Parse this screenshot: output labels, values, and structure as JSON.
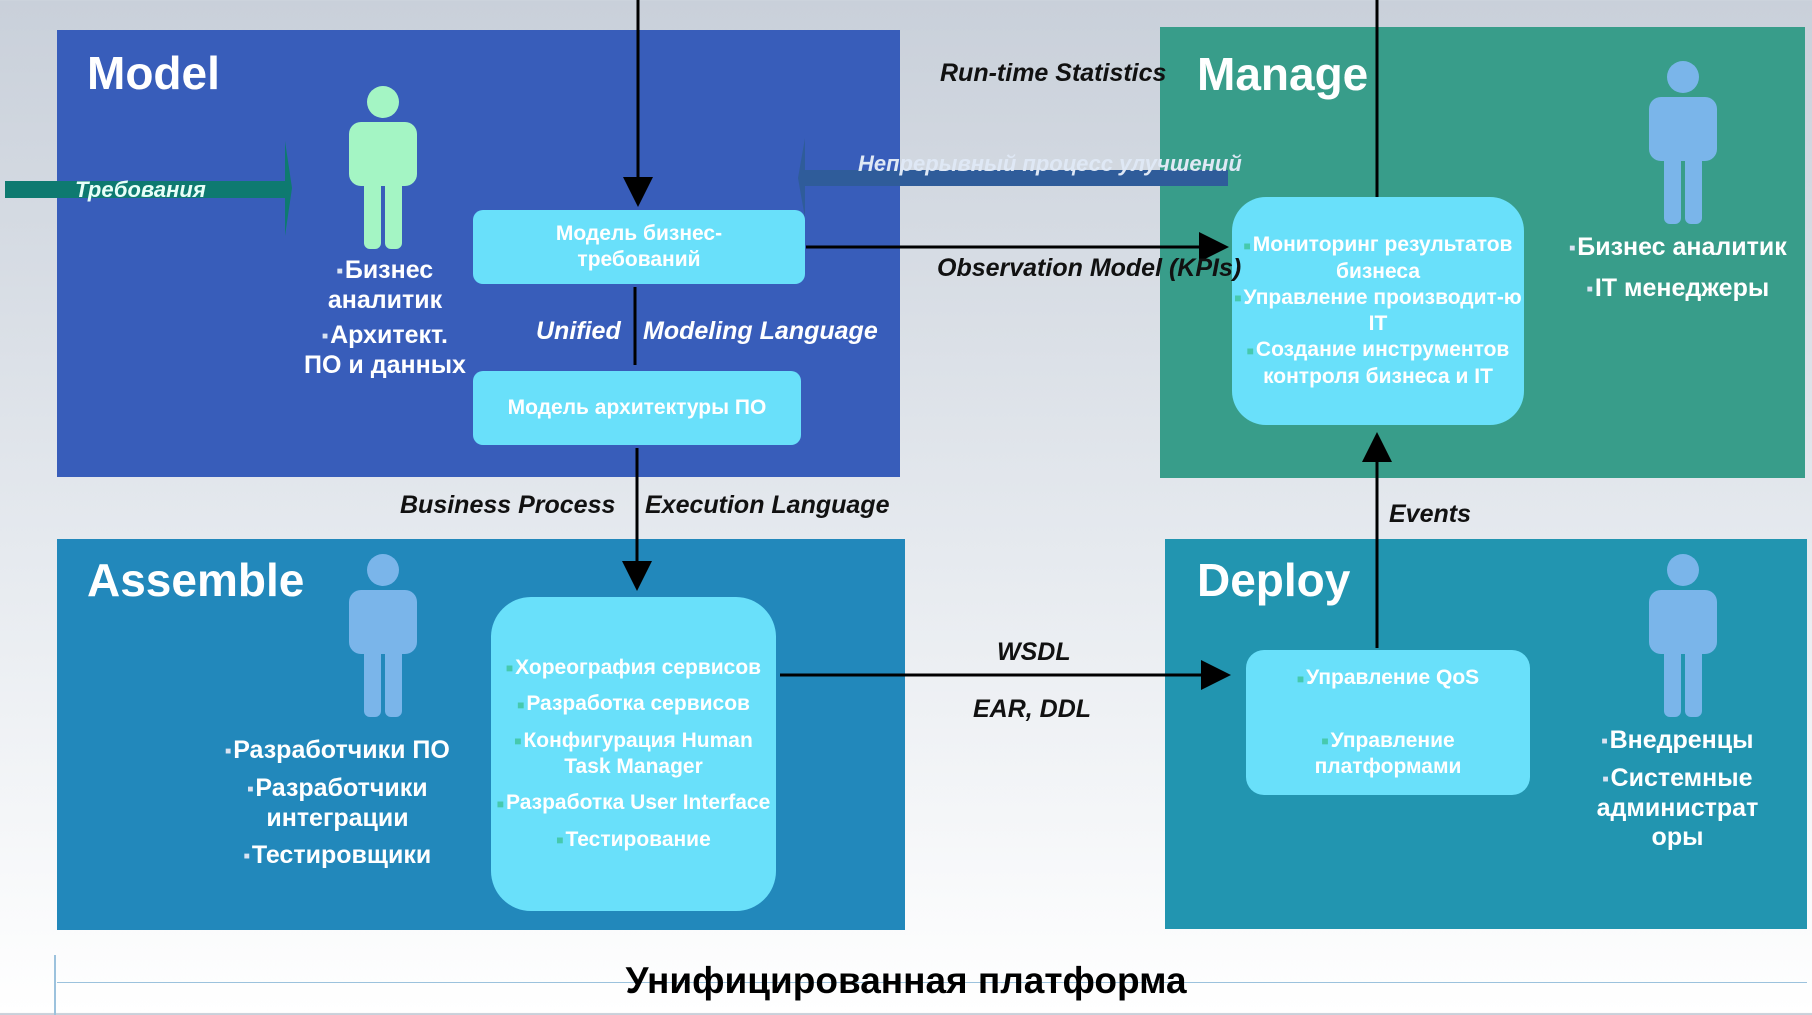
{
  "quadrants": {
    "model": {
      "title": "Model",
      "color": "#385dba"
    },
    "manage": {
      "title": "Manage",
      "color": "#389d8a"
    },
    "assemble": {
      "title": "Assemble",
      "color": "#2288bb"
    },
    "deploy": {
      "title": "Deploy",
      "color": "#2295b0"
    }
  },
  "model": {
    "roles": [
      "Бизнес аналитик",
      "Архитект. ПО и данных"
    ],
    "box1": "Модель бизнес-требований",
    "box2": "Модель архитектуры ПО",
    "uml_left": "Unified",
    "uml_right": "Modeling Language",
    "requirements": "Требования"
  },
  "manage": {
    "roles": [
      "Бизнес аналитик",
      "IT менеджеры"
    ],
    "items": [
      "Мониторинг результатов бизнеса",
      "Управление производит-ю IT",
      "Создание инструментов контроля бизнеса и IT"
    ],
    "continuous": "Непрерывный процесс улучшений"
  },
  "assemble": {
    "roles": [
      "Разработчики ПО",
      "Разработчики интеграции",
      "Тестировщики"
    ],
    "items": [
      "Хореография сервисов",
      "Разработка сервисов",
      "Конфигурация Human Task Manager",
      "Разработка User Interface",
      "Тестирование"
    ]
  },
  "deploy": {
    "roles": [
      "Внедренцы",
      "Системные администрат оры"
    ],
    "items": [
      "Управление QoS",
      "Управление платформами"
    ]
  },
  "labels": {
    "runtime": "Run-time Statistics",
    "observation": "Observation Model (KPIs)",
    "bpel_left": "Business Process",
    "bpel_right": "Execution Language",
    "events": "Events",
    "wsdl": "WSDL",
    "ear": "EAR, DDL"
  },
  "footer": "Унифицированная платформа",
  "colors": {
    "box": "#69e0fa",
    "person_green": "#a4f5c4",
    "person_blue": "#7ab5ea",
    "arrow": "#000000"
  }
}
